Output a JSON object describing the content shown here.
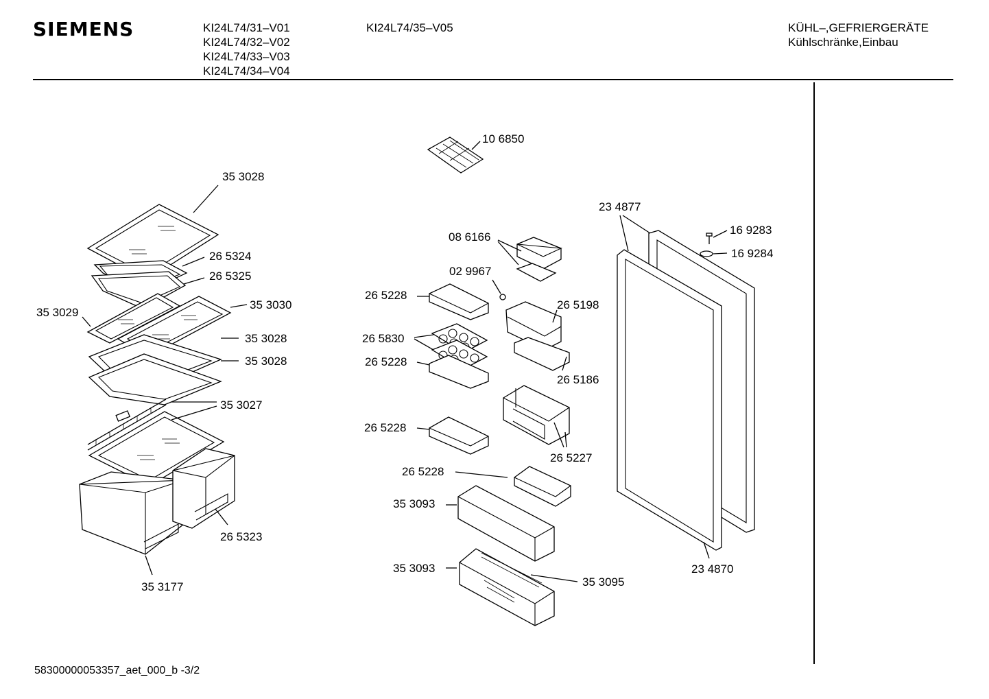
{
  "header": {
    "brand": "SIEMENS",
    "models_col1": [
      "KI24L74/31–V01",
      "KI24L74/32–V02",
      "KI24L74/33–V03",
      "KI24L74/34–V04"
    ],
    "models_col2": [
      "KI24L74/35–V05"
    ],
    "category_line1": "KÜHL–,GEFRIERGERÄTE",
    "category_line2": "Kühlschränke,Einbau"
  },
  "parts": {
    "p106850": "10 6850",
    "p353028a": "35 3028",
    "p265324": "26 5324",
    "p265325": "26 5325",
    "p353029": "35 3029",
    "p353030": "35 3030",
    "p353028b": "35 3028",
    "p353028c": "35 3028",
    "p353027": "35 3027",
    "p265323": "26 5323",
    "p353177": "35 3177",
    "p086166": "08 6166",
    "p029967": "02 9967",
    "p265228a": "26 5228",
    "p265830": "26 5830",
    "p265228b": "26 5228",
    "p265198": "26 5198",
    "p265186": "26 5186",
    "p265228c": "26 5228",
    "p265227": "26 5227",
    "p265228d": "26 5228",
    "p353093a": "35 3093",
    "p353093b": "35 3093",
    "p353095": "35 3095",
    "p234877": "23 4877",
    "p169283": "16 9283",
    "p169284": "16 9284",
    "p234870": "23 4870"
  },
  "footer": {
    "doc_id": "58300000053357_aet_000_b",
    "page": "-3/2"
  }
}
